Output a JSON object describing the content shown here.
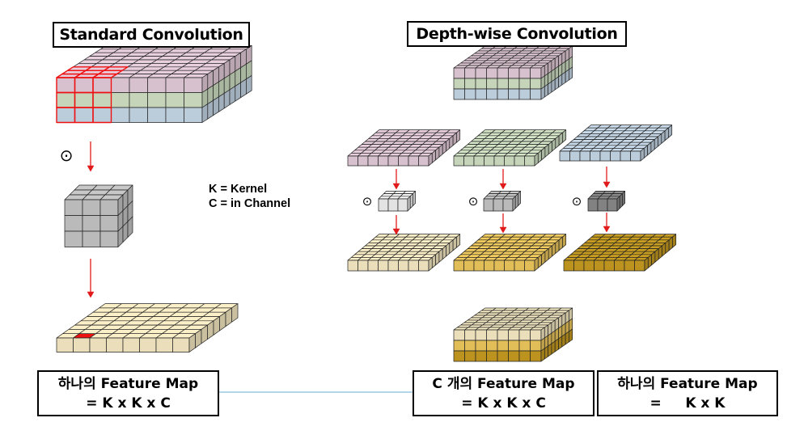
{
  "titles": {
    "standard": "Standard Convolution",
    "depthwise": "Depth-wise Convolution"
  },
  "legend": {
    "kernel": "K = Kernel",
    "channel": "C = in Channel"
  },
  "operator_symbol": "⊙",
  "feature_maps": {
    "standard": {
      "line1": "하나의 Feature Map",
      "line2": "= K x K x C"
    },
    "depthwise": {
      "line1": "C 개의 Feature Map",
      "line2": "= K x K x C"
    },
    "single": {
      "line1": "하나의 Feature Map",
      "line2": "=     K x K"
    }
  },
  "colors": {
    "pink": "#e8cfdd",
    "green": "#d5e5c8",
    "blue": "#c9dbeb",
    "cream": "#fcf0c8",
    "gold": "#f2cc5e",
    "dark_gold": "#c99e20",
    "light_gray": "#f4f4f4",
    "gray": "#c8c8c8",
    "dark_gray": "#8c8c8c",
    "kernel_highlight": "#ee1111",
    "arrow": "#e11b1b",
    "connector": "#6aaed6"
  }
}
